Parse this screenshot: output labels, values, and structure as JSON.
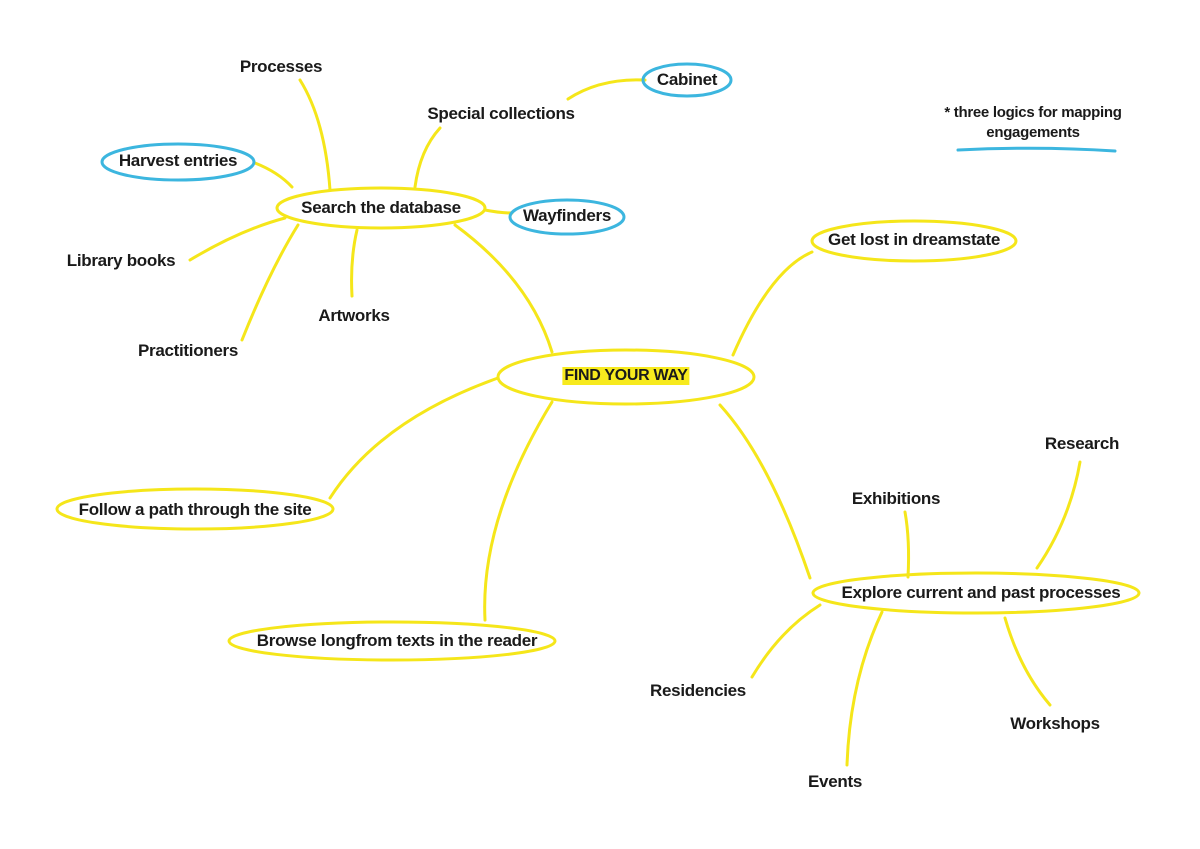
{
  "colors": {
    "yellow": "#f5e61a",
    "blue": "#3cb6df"
  },
  "center": "FIND YOUR WAY",
  "note": {
    "line1": "* three logics for mapping",
    "line2": "engagements"
  },
  "branches": {
    "search": "Search the database",
    "processes": "Processes",
    "special_collections": "Special collections",
    "cabinet": "Cabinet",
    "harvest": "Harvest entries",
    "wayfinders": "Wayfinders",
    "library_books": "Library books",
    "artworks": "Artworks",
    "practitioners": "Practitioners",
    "dreamstate": "Get lost in dreamstate",
    "follow_path": "Follow a path through the site",
    "browse": "Browse longfrom texts in the reader",
    "explore": "Explore current and past processes",
    "exhibitions": "Exhibitions",
    "research": "Research",
    "residencies": "Residencies",
    "workshops": "Workshops",
    "events": "Events"
  }
}
